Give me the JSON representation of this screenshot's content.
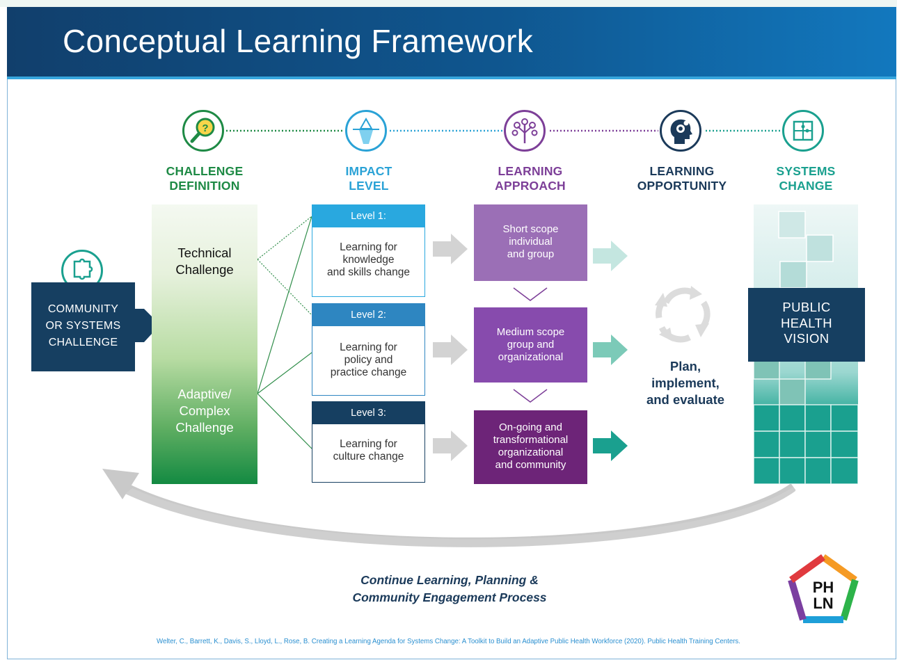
{
  "header": {
    "title": "Conceptual Learning Framework"
  },
  "columns": [
    {
      "title": "CHALLENGE\nDEFINITION",
      "color": "#1e8a45",
      "icon": "magnifier-question-icon"
    },
    {
      "title": "IMPACT\nLEVEL",
      "color": "#2aa2d6",
      "icon": "iceberg-icon"
    },
    {
      "title": "LEARNING\nAPPROACH",
      "color": "#7d3f98",
      "icon": "tree-gears-icon"
    },
    {
      "title": "LEARNING\nOPPORTUNITY",
      "color": "#1b3a5a",
      "icon": "head-gears-icon"
    },
    {
      "title": "SYSTEMS\nCHANGE",
      "color": "#1aa08f",
      "icon": "puzzle-icon"
    }
  ],
  "community": {
    "label": "COMMUNITY\nOR SYSTEMS\nCHALLENGE",
    "icon": "puzzle-icon"
  },
  "challenge": {
    "technical": "Technical\nChallenge",
    "adaptive": "Adaptive/\nComplex\nChallenge"
  },
  "levels": [
    {
      "head": "Level 1:",
      "body": "Learning for\nknowledge\nand skills change",
      "color": "#29a8df"
    },
    {
      "head": "Level 2:",
      "body": "Learning for\npolicy and\npractice change",
      "color": "#2e86c1"
    },
    {
      "head": "Level 3:",
      "body": "Learning for\nculture change",
      "color": "#163f61"
    }
  ],
  "approaches": [
    {
      "text": "Short scope\nindividual\nand group",
      "color": "#9b6fb6"
    },
    {
      "text": "Medium scope\ngroup and\norganizational",
      "color": "#874bad"
    },
    {
      "text": "On-going and\ntransformational\norganizational\nand community",
      "color": "#6d2478"
    }
  ],
  "opportunity": {
    "text": "Plan,\nimplement,\nand evaluate",
    "icon": "cycle-arrows-icon"
  },
  "systems": {
    "vision": "PUBLIC\nHEALTH\nVISION"
  },
  "cycle": {
    "text": "Continue Learning, Planning &\nCommunity Engagement Process"
  },
  "logo": {
    "text": "PH\nLN"
  },
  "citation": "Welter, C., Barrett, K., Davis, S., Lloyd, L., Rose, B. Creating a Learning Agenda for Systems Change: A Toolkit to Build an Adaptive Public Health Workforce (2020). Public Health Training Centers."
}
